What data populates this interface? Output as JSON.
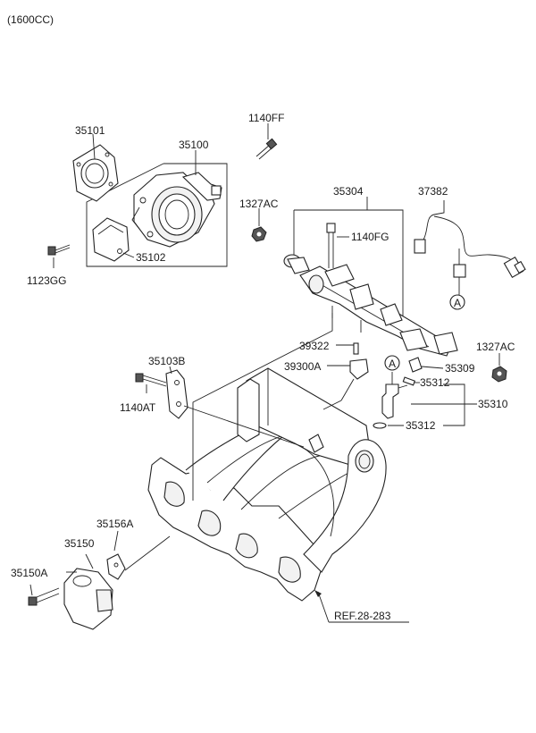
{
  "header": {
    "variant": "(1600CC)"
  },
  "callouts": {
    "c35101": "35101",
    "c35100": "35100",
    "c1140FF": "1140FF",
    "c1327AC_top": "1327AC",
    "c1123GG": "1123GG",
    "c35102": "35102",
    "c35304": "35304",
    "c37382": "37382",
    "c1140FG": "1140FG",
    "c39322": "39322",
    "c39300A": "39300A",
    "c1327AC_right": "1327AC",
    "c35309": "35309",
    "c35312_a": "35312",
    "c35310": "35310",
    "c35312_b": "35312",
    "c35103B": "35103B",
    "c1140AT": "1140AT",
    "c35156A": "35156A",
    "c35150": "35150",
    "c35150A": "35150A",
    "ref": "REF.28-283",
    "markerA_1": "A",
    "markerA_2": "A"
  },
  "components": [
    "throttle-body-gasket",
    "throttle-body",
    "bolt-1140ff",
    "nut-1327ac",
    "bolt-1123gg",
    "throttle-position-sensor",
    "fuel-rail-assembly",
    "wiring-harness",
    "bolt-1140fg",
    "sensor-39300a",
    "o-ring",
    "fuel-injector",
    "intake-manifold",
    "bracket-35103b",
    "bolt-1140at",
    "idle-speed-actuator",
    "bolt-35150a"
  ]
}
